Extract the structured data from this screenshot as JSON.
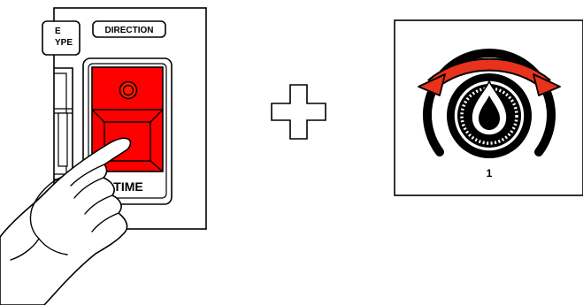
{
  "device_panel": {
    "cropped_button_label_line1": "E",
    "cropped_button_label_line2": "YPE",
    "direction_button_label": "DIRECTION",
    "time_button_label": "TIME"
  },
  "knob_panel": {
    "knob_number_label": "1"
  },
  "colors": {
    "time_button_red": "#ff0000",
    "led_red": "#ff1a00",
    "arrow_red": "#e8321b",
    "outline": "#000000",
    "panel_background": "#ffffff"
  },
  "icons": {
    "combine_symbol": "plus-icon",
    "hand": "pointing-hand-icon",
    "rotation_arrow": "double-headed-curved-arrow-icon"
  }
}
